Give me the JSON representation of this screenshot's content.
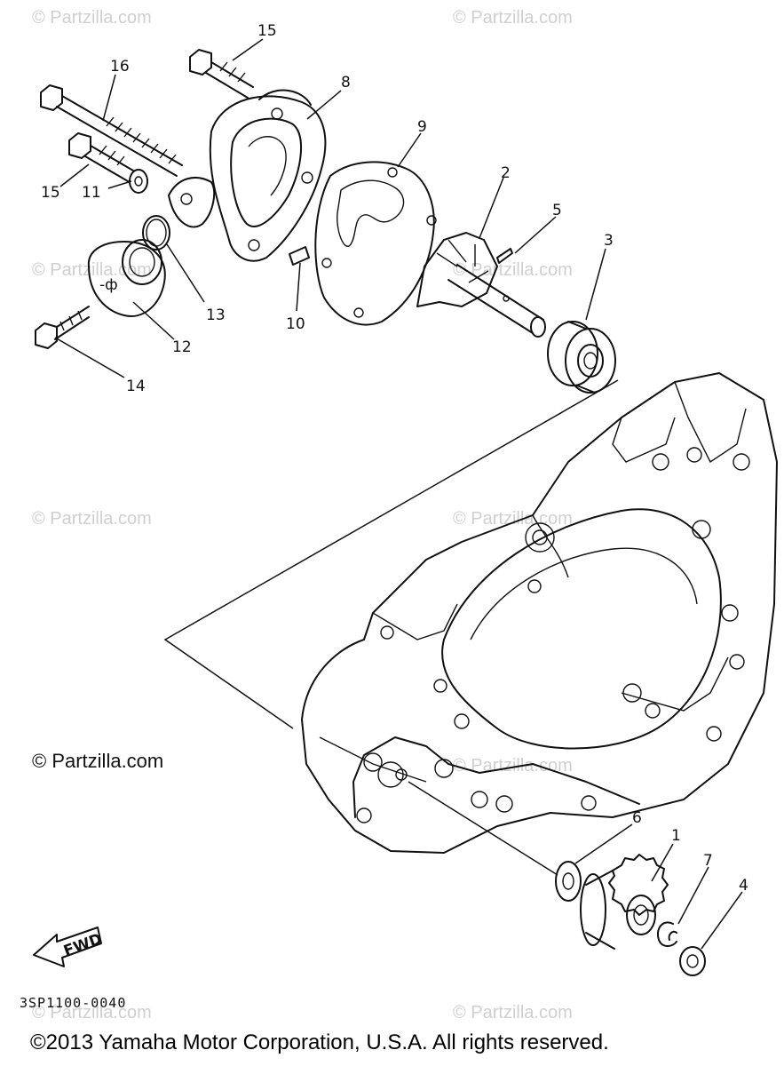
{
  "watermarks": [
    "© Partzilla.com",
    "© Partzilla.com",
    "© Partzilla.com",
    "© Partzilla.com",
    "© Partzilla.com",
    "© Partzilla.com",
    "© Partzilla.com",
    "© Partzilla.com",
    "© Partzilla.com"
  ],
  "inline_watermark": "© Partzilla.com",
  "callouts": {
    "c1": "1",
    "c2": "2",
    "c3": "3",
    "c4": "4",
    "c5": "5",
    "c6": "6",
    "c7": "7",
    "c8": "8",
    "c9": "9",
    "c10": "10",
    "c11": "11",
    "c12": "12",
    "c13": "13",
    "c14": "14",
    "c15a": "15",
    "c15b": "15",
    "c16": "16"
  },
  "fwd_label": "FWD",
  "diagram_code": "3SP1100-0040",
  "copyright": "©2013 Yamaha Motor Corporation, U.S.A. All rights reserved."
}
